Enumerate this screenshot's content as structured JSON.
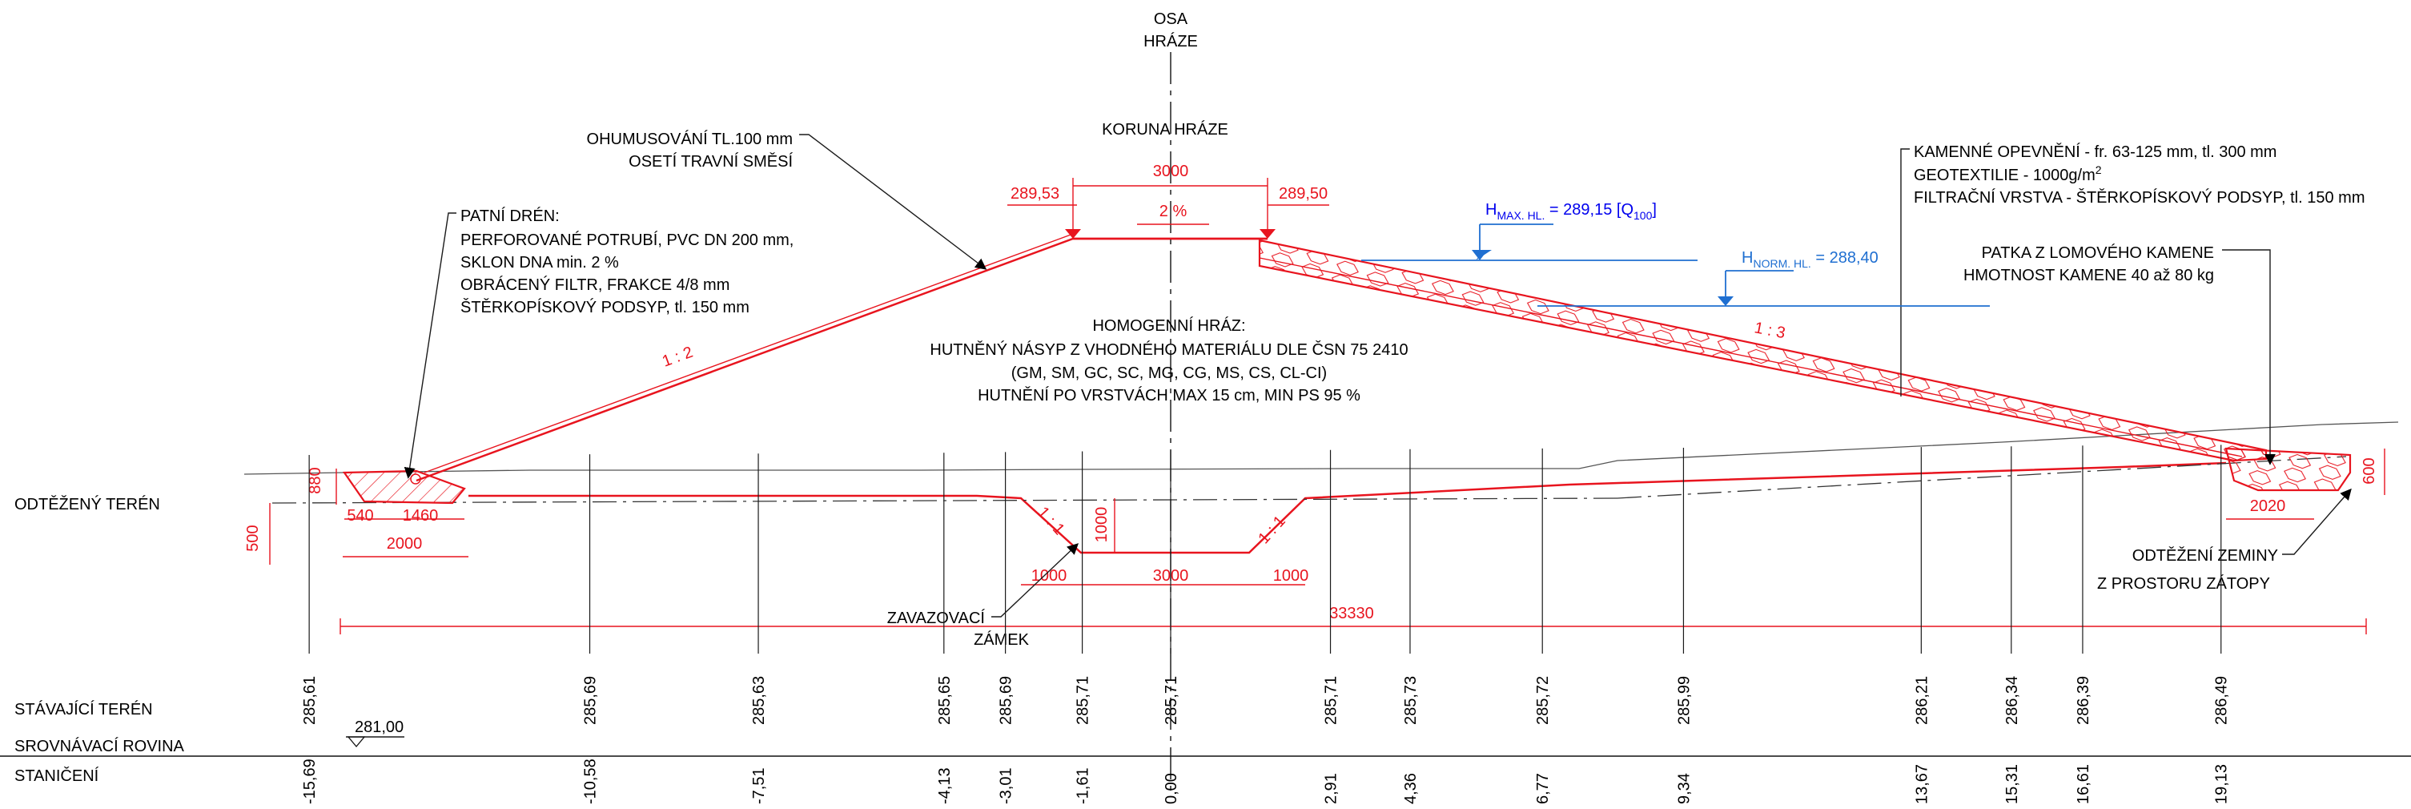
{
  "axis": {
    "title_line1": "OSA",
    "title_line2": "HRÁZE"
  },
  "crest": {
    "title": "KORUNA HRÁZE",
    "width": "3000",
    "slope": "2 %",
    "level_left": "289,53",
    "level_right": "289,50"
  },
  "topsoil": {
    "line1": "OHUMUSOVÁNÍ TL.100 mm",
    "line2": "OSETÍ TRAVNÍ SMĚSÍ"
  },
  "toe_drain": {
    "title": "PATNÍ DRÉN:",
    "line1": "PERFOROVANÉ POTRUBÍ, PVC DN 200 mm,",
    "line2": "SKLON DNA min. 2 %",
    "line3": "OBRÁCENÝ FILTR, FRAKCE 4/8 mm",
    "line4": "ŠTĚRKOPÍSKOVÝ PODSYP, tl. 150 mm"
  },
  "homogeneous_dam": {
    "title": "HOMOGENNÍ HRÁZ:",
    "line1": "HUTNĚNÝ NÁSYP Z VHODNÉHO MATERIÁLU DLE ČSN 75 2410",
    "line2": "(GM, SM, GC, SC, MG, CG, MS, CS, CL-CI)",
    "line3": "HUTNĚNÍ PO VRSTVÁCH MAX 15 cm, MIN PS 95 %"
  },
  "stone_revetment": {
    "line1_main": "KAMENNÉ OPEVNĚNÍ - fr. 63-125 mm, tl. 300 mm",
    "line2_main": "GEOTEXTILIE - 1000g/m",
    "line2_sup": "2",
    "line3_main": "FILTRAČNÍ VRSTVA - ŠTĚRKOPÍSKOVÝ PODSYP, tl. 150 mm"
  },
  "toe_stone": {
    "line1": "PATKA Z LOMOVÉHO KAMENE",
    "line2": "HMOTNOST KAMENE 40 až 80 kg"
  },
  "water_levels": {
    "max": {
      "h": "H",
      "sub": "MAX. HL.",
      "value": " = 289,15 [Q",
      "q_sub": "100",
      "close": "]"
    },
    "normal": {
      "h": "H",
      "sub": "NORM. HL.",
      "value": " = 288,40"
    }
  },
  "slopes": {
    "upstream_dry": "1 : 2",
    "wet": "1 : 3",
    "key_left": "1 : 1",
    "key_right": "1 : 1"
  },
  "left_dims": {
    "h880": "880",
    "h500": "500",
    "w540": "540",
    "w1460": "1460",
    "w2000": "2000"
  },
  "key_trench": {
    "depth": "1000",
    "base": "3000",
    "left_slope": "1000",
    "right_slope": "1000",
    "label_line1": "ZAVAZOVACÍ",
    "label_line2": "ZÁMEK"
  },
  "total_length": "33330",
  "right_dims": {
    "w2020": "2020",
    "h600": "600"
  },
  "stripping": {
    "label": "ODTĚŽENÝ TERÉN"
  },
  "excavation": {
    "line1": "ODTĚŽENÍ ZEMINY",
    "line2": "Z PROSTORU ZÁTOPY"
  },
  "table": {
    "row_existing": "STÁVAJÍCÍ TERÉN",
    "row_datum": "SROVNÁVACÍ ROVINA",
    "row_chainage": "STANIČENÍ",
    "datum_value": "281,00",
    "stations": [
      {
        "terrain": "285,61",
        "chainage": "-15,69"
      },
      {
        "terrain": "285,69",
        "chainage": "-10,58"
      },
      {
        "terrain": "285,63",
        "chainage": "-7,51"
      },
      {
        "terrain": "285,65",
        "chainage": "-4,13"
      },
      {
        "terrain": "285,69",
        "chainage": "-3,01"
      },
      {
        "terrain": "285,71",
        "chainage": "-1,61"
      },
      {
        "terrain": "285,71",
        "chainage": "0,00"
      },
      {
        "terrain": "285,71",
        "chainage": "2,91"
      },
      {
        "terrain": "285,73",
        "chainage": "4,36"
      },
      {
        "terrain": "285,72",
        "chainage": "6,77"
      },
      {
        "terrain": "285,99",
        "chainage": "9,34"
      },
      {
        "terrain": "286,21",
        "chainage": "13,67"
      },
      {
        "terrain": "286,34",
        "chainage": "15,31"
      },
      {
        "terrain": "286,39",
        "chainage": "16,61"
      },
      {
        "terrain": "286,49",
        "chainage": "19,13"
      }
    ]
  },
  "colors": {
    "design": "#e8141e",
    "water": "#1f6fd1",
    "linework": "#1a1a1a"
  }
}
